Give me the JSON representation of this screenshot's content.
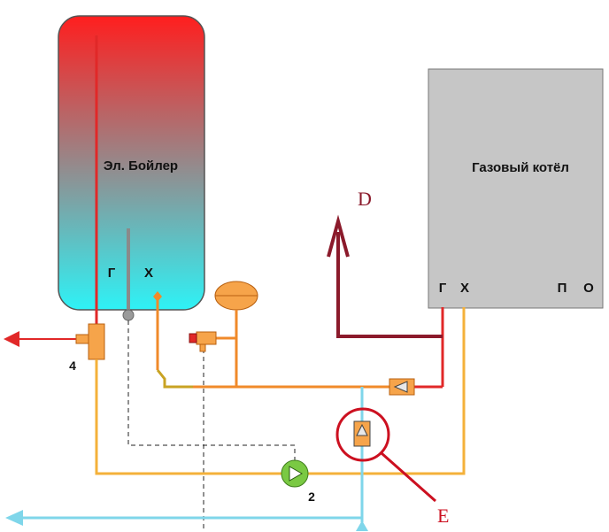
{
  "boiler": {
    "title": "Эл. Бойлер",
    "hot_label": "Г",
    "cold_label": "Х",
    "gradient_top": "#ff1e1e",
    "gradient_bottom": "#2ef2f6"
  },
  "gas_boiler": {
    "title": "Газовый котёл",
    "hot_label": "Г",
    "cold_label": "Х",
    "supply_label": "П",
    "return_label": "О",
    "fill": "#c6c6c6"
  },
  "callouts": {
    "d_label": "D",
    "d_color": "#8b1a2b",
    "e_label": "E",
    "e_color": "#cc1020"
  },
  "numbers": {
    "valve_4": "4",
    "pump_2": "2"
  },
  "colors": {
    "hot_pipe": "#e12828",
    "warm_pipe": "#f08a2a",
    "yellow_pipe": "#f4b13a",
    "olive_pipe": "#c9a323",
    "cold_pipe": "#7fd6ea",
    "dark_red_pipe": "#8b1a2b",
    "pump": "#7ac943",
    "component": "#f6a44a"
  }
}
